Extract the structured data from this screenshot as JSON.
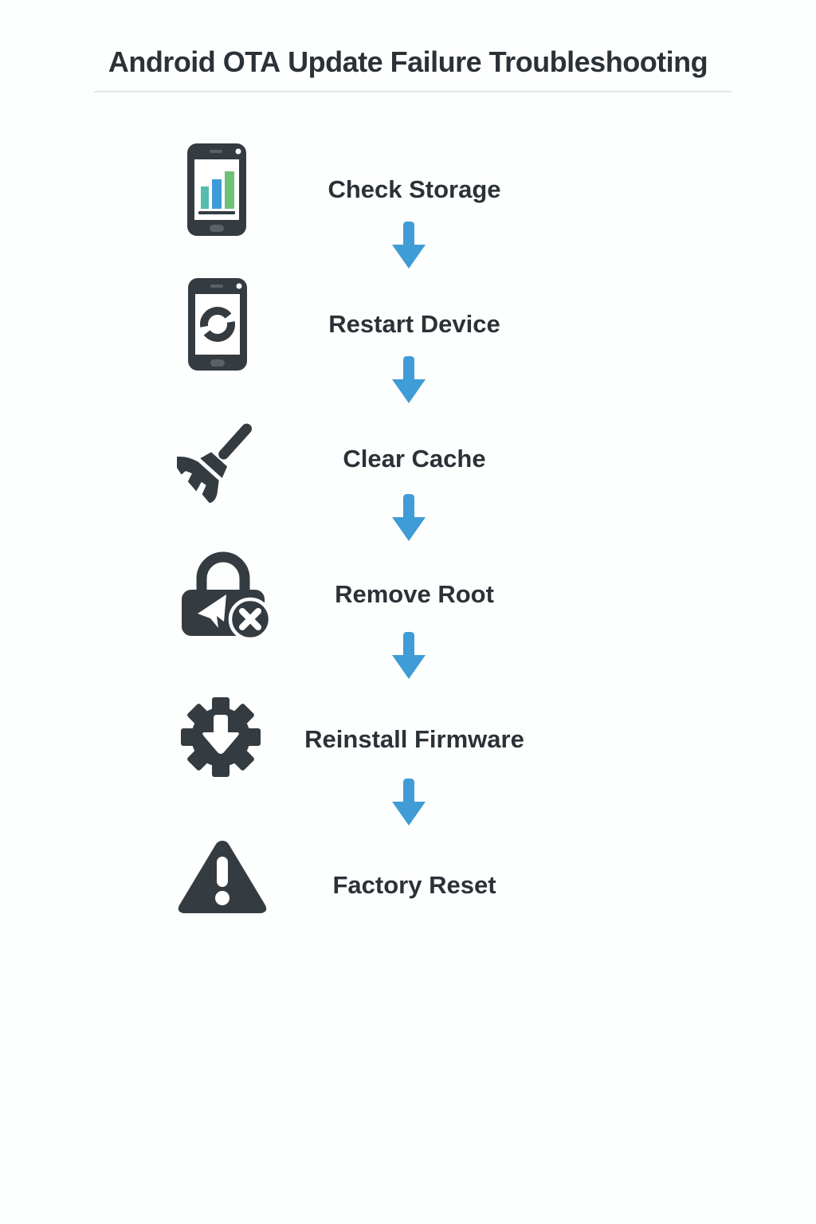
{
  "title": {
    "emphasis": "Android OTA",
    "rest": " Update Failure Troubleshooting"
  },
  "steps": [
    {
      "label": "Check Storage",
      "icon": "phone-bar-chart-icon"
    },
    {
      "label": "Restart Device",
      "icon": "phone-refresh-icon"
    },
    {
      "label": "Clear Cache",
      "icon": "broom-icon"
    },
    {
      "label": "Remove Root",
      "icon": "lock-no-root-icon"
    },
    {
      "label": "Reinstall Firmware",
      "icon": "gear-download-icon"
    },
    {
      "label": "Factory Reset",
      "icon": "warning-triangle-icon"
    }
  ],
  "connector": {
    "type": "down-arrow",
    "count": 5
  },
  "colors": {
    "background": "#fdfefe",
    "text": "#2b3237",
    "icon": "#343b41",
    "phone_detail": "#5a6167",
    "arrow": "#3f9cd6",
    "bar_teal": "#55bcab",
    "bar_blue": "#3f9bd8",
    "bar_green": "#70c178",
    "divider": "#e3e7e8"
  }
}
